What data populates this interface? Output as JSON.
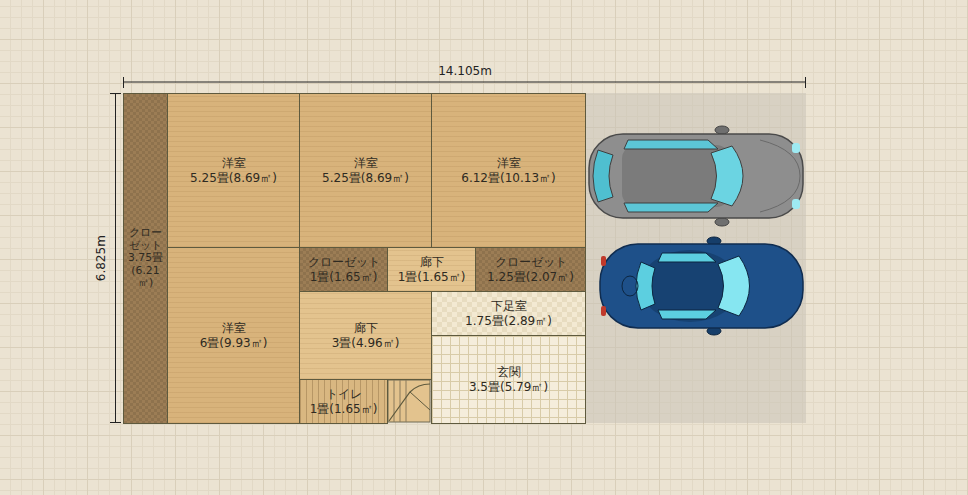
{
  "diagram": {
    "nodes": [
      {
        "text": [
          "クローゼット",
          "3.75畳(6.21㎡)"
        ]
      },
      {
        "text": [
          "洋室",
          "5.25畳(8.69㎡)"
        ]
      },
      {
        "text": [
          "洋室",
          "5.25畳(8.69㎡)"
        ]
      },
      {
        "text": [
          "洋室",
          "6.12畳(10.13㎡)"
        ]
      },
      {
        "text": [
          "クローゼット",
          "1畳(1.65㎡)"
        ]
      },
      {
        "text": [
          "廊下",
          "1畳(1.65㎡)"
        ]
      },
      {
        "text": [
          "クローゼット",
          "1.25畳(2.07㎡)"
        ]
      },
      {
        "text": [
          "洋室",
          "6畳(9.93㎡)"
        ]
      },
      {
        "text": [
          "下足室",
          "1.75畳(2.89㎡)"
        ]
      },
      {
        "text": [
          "廊下",
          "3畳(4.96㎡)"
        ]
      },
      {
        "text": [
          "玄関",
          "3.5畳(5.79㎡)"
        ]
      },
      {
        "text": [
          "トイレ",
          "1畳(1.65㎡)"
        ]
      }
    ],
    "labels": [
      "14.105m",
      "6.825m"
    ]
  }
}
